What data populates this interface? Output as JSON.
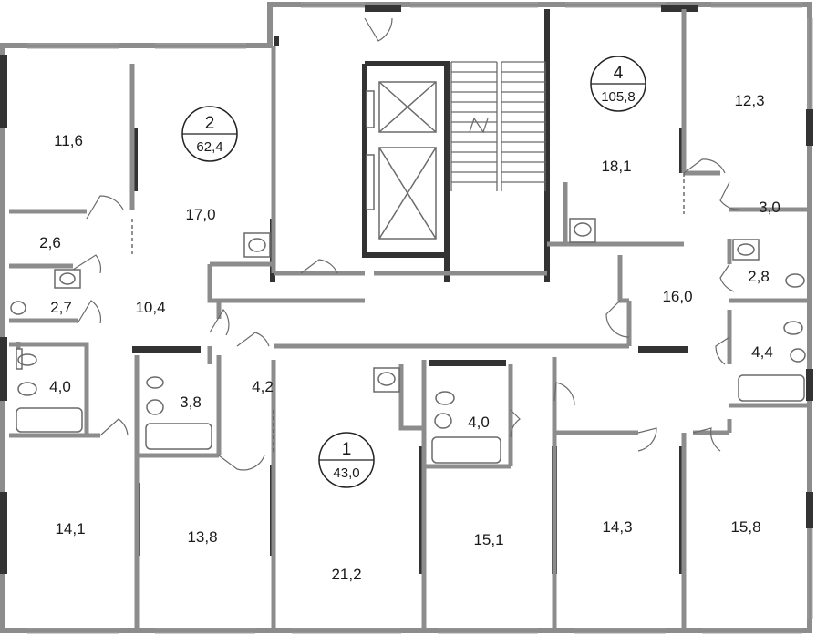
{
  "apartments": {
    "apt1": {
      "number": "1",
      "total_area": "43,0"
    },
    "apt2": {
      "number": "2",
      "total_area": "62,4"
    },
    "apt4": {
      "number": "4",
      "total_area": "105,8"
    }
  },
  "rooms": {
    "r_11_6": "11,6",
    "r_17_0": "17,0",
    "r_2_6": "2,6",
    "r_2_7": "2,7",
    "r_10_4": "10,4",
    "r_4_0_left": "4,0",
    "r_3_8": "3,8",
    "r_4_2": "4,2",
    "r_14_1": "14,1",
    "r_13_8": "13,8",
    "r_21_2": "21,2",
    "r_4_0_mid": "4,0",
    "r_15_1": "15,1",
    "r_14_3": "14,3",
    "r_15_8": "15,8",
    "r_18_1": "18,1",
    "r_12_3": "12,3",
    "r_3_0": "3,0",
    "r_2_8": "2,8",
    "r_16_0": "16,0",
    "r_4_4": "4,4"
  },
  "colors": {
    "wall": "#8c8c8c",
    "wall_dark": "#333333",
    "line": "#6a6a6a",
    "window": "#9a9a9a"
  }
}
